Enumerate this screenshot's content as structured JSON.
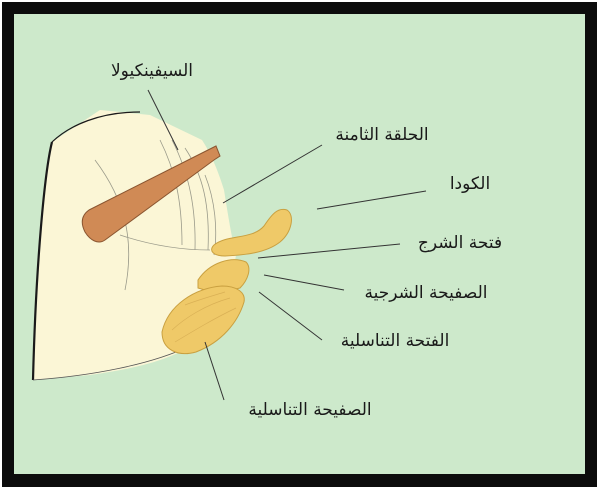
{
  "labels": {
    "siphunculus": "السيفينكيولا",
    "eighth_segment": "الحلقة الثامنة",
    "cauda": "الكودا",
    "anal_opening": "فتحة الشرج",
    "anal_plate": "الصفيحة الشرجية",
    "genital_opening": "الفتحة التناسلية",
    "genital_plate": "الصفيحة التناسلية"
  },
  "colors": {
    "frame": "#0c0c0c",
    "background": "#cde9cb",
    "abdomen": "#fbf6d6",
    "siphunculus": "#d08a55",
    "plates": "#efc968",
    "leader_lines": "#333333"
  }
}
